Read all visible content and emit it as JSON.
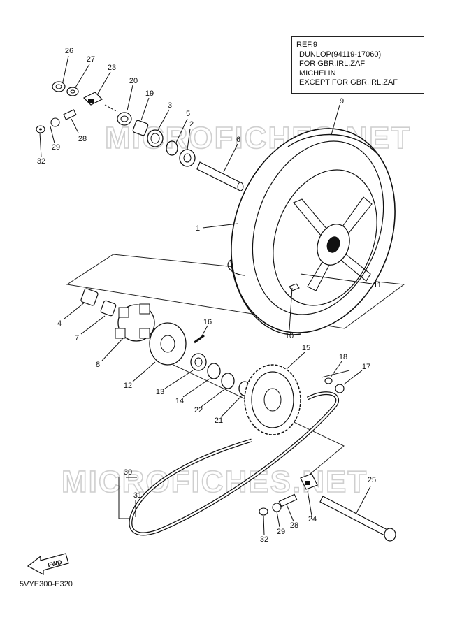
{
  "note": {
    "lines": [
      "REF.9",
      "DUNLOP(94119-17060)",
      " FOR GBR,IRL,ZAF",
      "MICHELIN",
      " EXCEPT FOR GBR,IRL,ZAF"
    ]
  },
  "watermark": "MICROFICHES.NET",
  "fwd_label": "FWD",
  "diagram_code": "5VYE300-E320",
  "callouts": {
    "c1": "1",
    "c2": "2",
    "c3": "3",
    "c4": "4",
    "c5": "5",
    "c6": "6",
    "c7": "7",
    "c8": "8",
    "c9": "9",
    "c10": "10",
    "c11": "11",
    "c12": "12",
    "c13": "13",
    "c14": "14",
    "c15": "15",
    "c16": "16",
    "c17": "17",
    "c18": "18",
    "c19": "19",
    "c20": "20",
    "c21": "21",
    "c22": "22",
    "c23": "23",
    "c24": "24",
    "c25": "25",
    "c26": "26",
    "c27": "27",
    "c28a": "28",
    "c28b": "28",
    "c29a": "29",
    "c29b": "29",
    "c30": "30",
    "c31": "31",
    "c32a": "32",
    "c32b": "32"
  }
}
